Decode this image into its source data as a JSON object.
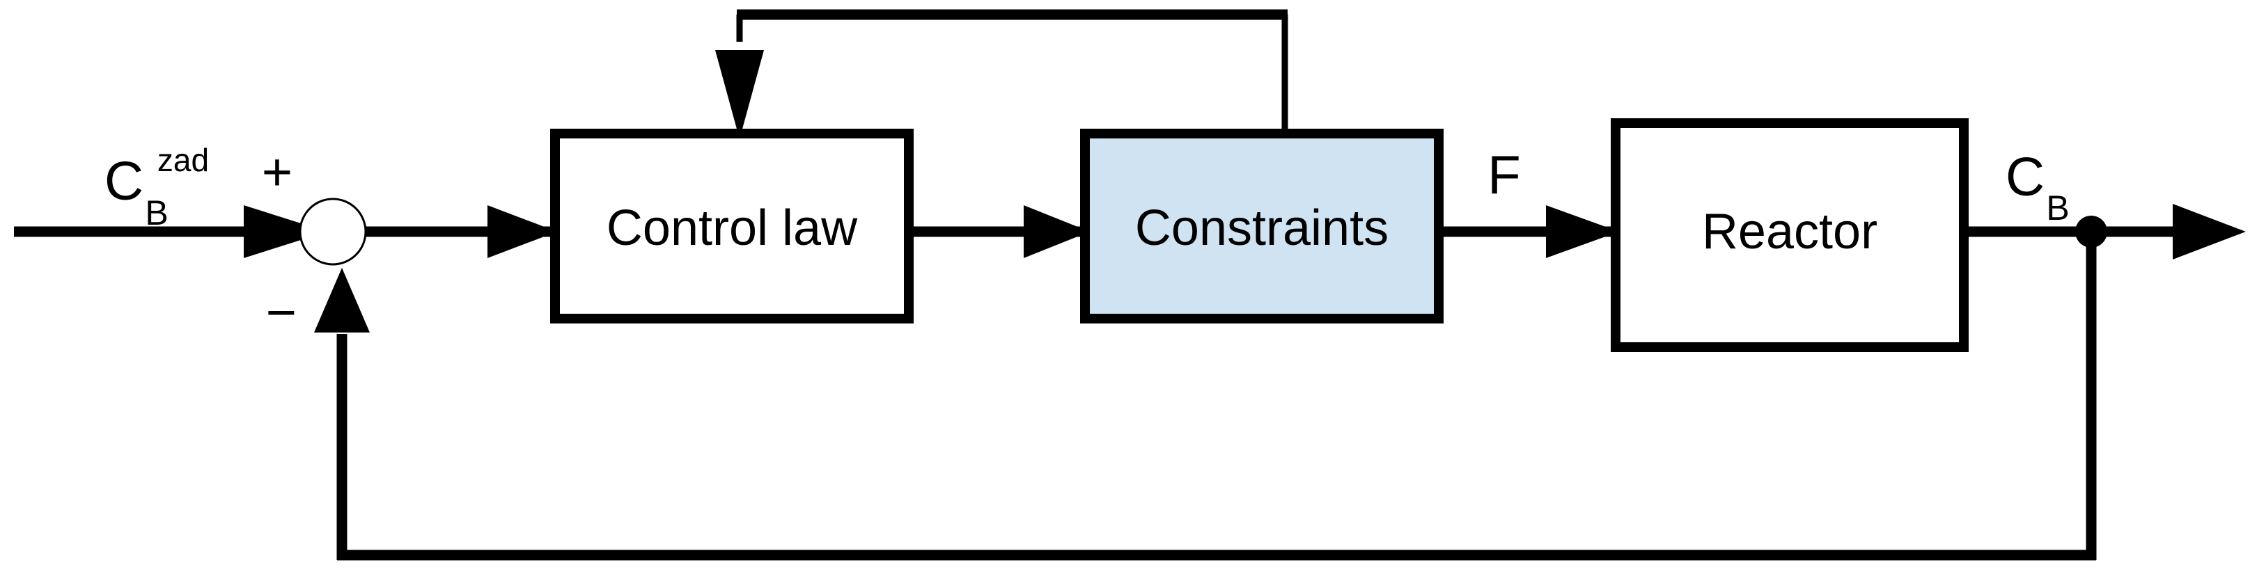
{
  "diagram": {
    "type": "control-system-block-diagram",
    "background_color": "#ffffff",
    "line_color": "#000000",
    "blocks": [
      {
        "id": "control-law",
        "label": "Control law",
        "fill_color": "#ffffff",
        "border_color": "#000000"
      },
      {
        "id": "constraints",
        "label": "Constraints",
        "fill_color": "#cfe3f2",
        "border_color": "#000000"
      },
      {
        "id": "reactor",
        "label": "Reactor",
        "fill_color": "#ffffff",
        "border_color": "#000000"
      }
    ],
    "summing_junction": {
      "id": "summing-junction",
      "plus_sign": "+",
      "minus_sign": "−",
      "fill_color": "#ffffff"
    },
    "signals": {
      "setpoint": {
        "base": "C",
        "subscript": "B",
        "superscript": "zad"
      },
      "manipulated": {
        "base": "F"
      },
      "output": {
        "base": "C",
        "subscript": "B"
      }
    },
    "connections": [
      {
        "id": "setpoint-to-sum",
        "from": "input",
        "to": "summing-junction"
      },
      {
        "id": "sum-to-control-law",
        "from": "summing-junction",
        "to": "control-law"
      },
      {
        "id": "control-law-to-constraints",
        "from": "control-law",
        "to": "constraints"
      },
      {
        "id": "constraints-to-reactor",
        "from": "constraints",
        "to": "reactor"
      },
      {
        "id": "reactor-to-output",
        "from": "reactor",
        "to": "output"
      },
      {
        "id": "constraints-feedforward-to-control-law",
        "from": "constraints",
        "to": "control-law"
      },
      {
        "id": "output-feedback-to-sum",
        "from": "output-tap",
        "to": "summing-junction"
      }
    ]
  }
}
